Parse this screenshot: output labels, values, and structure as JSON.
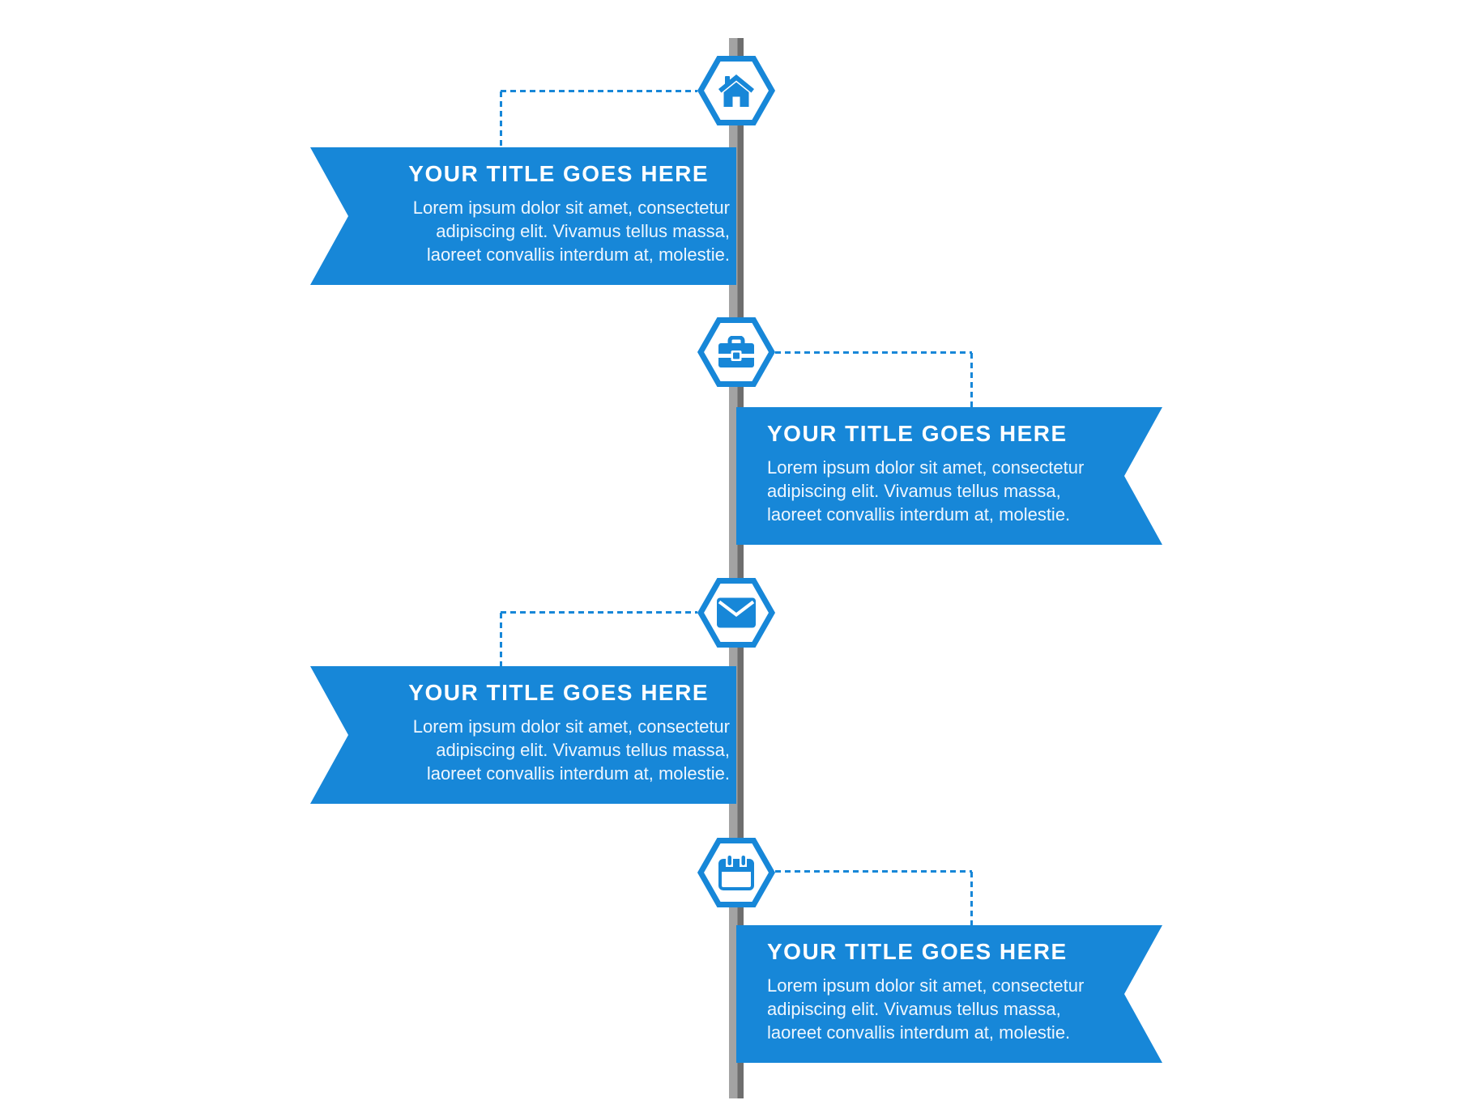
{
  "page": {
    "background_color": "#ffffff"
  },
  "timeline": {
    "accent_color": "#1787d8",
    "pole_color_light": "#a3a3a3",
    "pole_color_dark": "#6e6e6e",
    "items": [
      {
        "side": "left",
        "icon": "home-icon",
        "title": "YOUR TITLE GOES HERE",
        "body_lines": [
          "Lorem ipsum dolor sit amet, consectetur",
          "adipiscing elit. Vivamus tellus massa,",
          "laoreet convallis interdum at, molestie."
        ]
      },
      {
        "side": "right",
        "icon": "toolbox-icon",
        "title": "YOUR TITLE GOES HERE",
        "body_lines": [
          "Lorem ipsum dolor sit amet, consectetur",
          "adipiscing elit. Vivamus tellus massa,",
          "laoreet convallis interdum at, molestie."
        ]
      },
      {
        "side": "left",
        "icon": "envelope-icon",
        "title": "YOUR TITLE GOES HERE",
        "body_lines": [
          "Lorem ipsum dolor sit amet, consectetur",
          "adipiscing elit. Vivamus tellus massa,",
          "laoreet convallis interdum at, molestie."
        ]
      },
      {
        "side": "right",
        "icon": "calendar-icon",
        "title": "YOUR TITLE GOES HERE",
        "body_lines": [
          "Lorem ipsum dolor sit amet, consectetur",
          "adipiscing elit. Vivamus tellus massa,",
          "laoreet convallis interdum at, molestie."
        ]
      }
    ]
  }
}
